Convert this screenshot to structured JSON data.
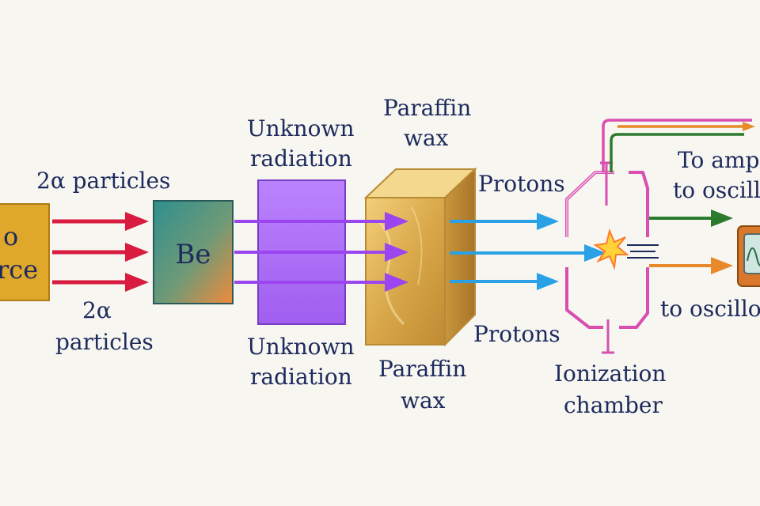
{
  "source": {
    "label_line1": "o",
    "label_line2": "rce"
  },
  "beryllium": {
    "label": "Be"
  },
  "alpha_top": {
    "text": "2α particles"
  },
  "alpha_bottom": {
    "line1": "2α",
    "line2": "particles"
  },
  "unknown_top": {
    "line1": "Unknown",
    "line2": "radiation"
  },
  "unknown_bottom": {
    "line1": "Unknown",
    "line2": "radiation"
  },
  "paraffin_top": {
    "line1": "Paraffin",
    "line2": "wax"
  },
  "paraffin_bottom": {
    "line1": "Paraffin",
    "line2": "wax"
  },
  "protons_top": {
    "text": "Protons"
  },
  "protons_bottom": {
    "text": "Protons"
  },
  "chamber": {
    "line1": "Ionization",
    "line2": "chamber"
  },
  "amplifier": {
    "line1": "To ampl",
    "line2": "to oscillo"
  },
  "oscillo_bottom": {
    "text": "to oscillo"
  },
  "colors": {
    "alpha": "#d81b3f",
    "radiation": "#a64dff",
    "protons": "#2aa1e6",
    "chamber": "#d84fb0",
    "green_wire": "#2c7a2e",
    "orange_wire": "#e8892a",
    "source": "#e0a82a",
    "text": "#1d2a5c"
  },
  "icons": [
    "spark-icon",
    "oscilloscope-icon",
    "capacitor-icon"
  ]
}
